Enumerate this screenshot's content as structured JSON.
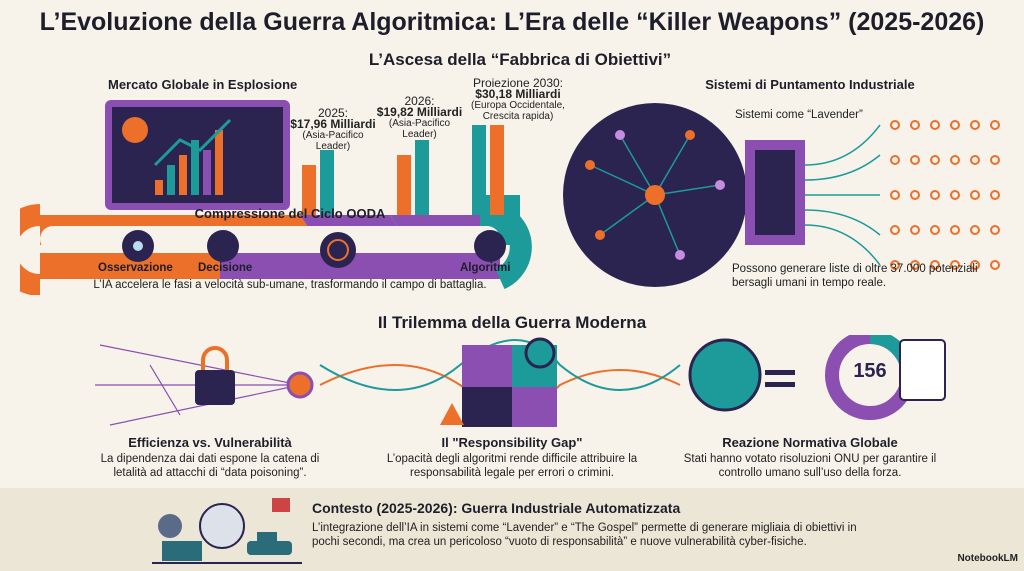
{
  "title": "L’Evoluzione della Guerra Algoritmica: L’Era delle “Killer Weapons” (2025-2026)",
  "section1": {
    "heading": "L’Ascesa della “Fabbrica di Obiettivi”",
    "market": {
      "title": "Mercato Globale in Esplosione",
      "items": [
        {
          "year": "2025:",
          "value": "$17,96 Milliardi",
          "note": "(Asia-Pacifico Leader)"
        },
        {
          "year": "2026:",
          "value": "$19,82 Milliardi",
          "note": "(Asia-Pacifico Leader)"
        },
        {
          "year": "Proiezione 2030:",
          "value": "$30,18 Milliardi",
          "note": "(Europa Occidentale, Crescita rapida)"
        }
      ]
    },
    "ooda": {
      "title": "Compressione del Ciclo OODA",
      "steps": [
        "Osservazione",
        "Decisione",
        "",
        "Algoritmi"
      ],
      "caption": "L’IA accelera le fasi a velocità sub-umane, trasformando il campo di battaglia."
    },
    "targeting": {
      "title": "Sistemi di Puntamento Industriale",
      "label": "Sistemi come “Lavender”",
      "caption": "Possono generare liste di oltre 37.000 potenziali bersagli umani in tempo reale."
    }
  },
  "section2": {
    "heading": "Il Trilemma della Guerra Moderna",
    "items": [
      {
        "title": "Efficienza vs. Vulnerabilità",
        "text": "La dipendenza dai dati espone la catena di letalità ad attacchi di “data poisoning”."
      },
      {
        "title": "Il \"Responsibility Gap\"",
        "text": "L’opacità degli algoritmi rende difficile attribuire la responsabilità legale per errori o crimini."
      },
      {
        "title": "Reazione Normativa Globale",
        "text": "Stati hanno votato risoluzioni ONU per garantire il controllo umano sull’uso della forza."
      }
    ],
    "un_votes": "156"
  },
  "context": {
    "title": "Contesto (2025-2026): Guerra Industriale Automatizzata",
    "text": "L’integrazione dell’IA in sistemi come “Lavender” e “The Gospel” permette di generare migliaia di obiettivi in pochi secondi, ma crea un pericoloso “vuoto di responsabilità” e nuove vulnerabilità cyber-fisiche."
  },
  "brand": "NotebookLM",
  "colors": {
    "orange": "#ec6f2a",
    "purple": "#8a4fb0",
    "teal": "#1d9a9a",
    "navy": "#2b2450"
  }
}
